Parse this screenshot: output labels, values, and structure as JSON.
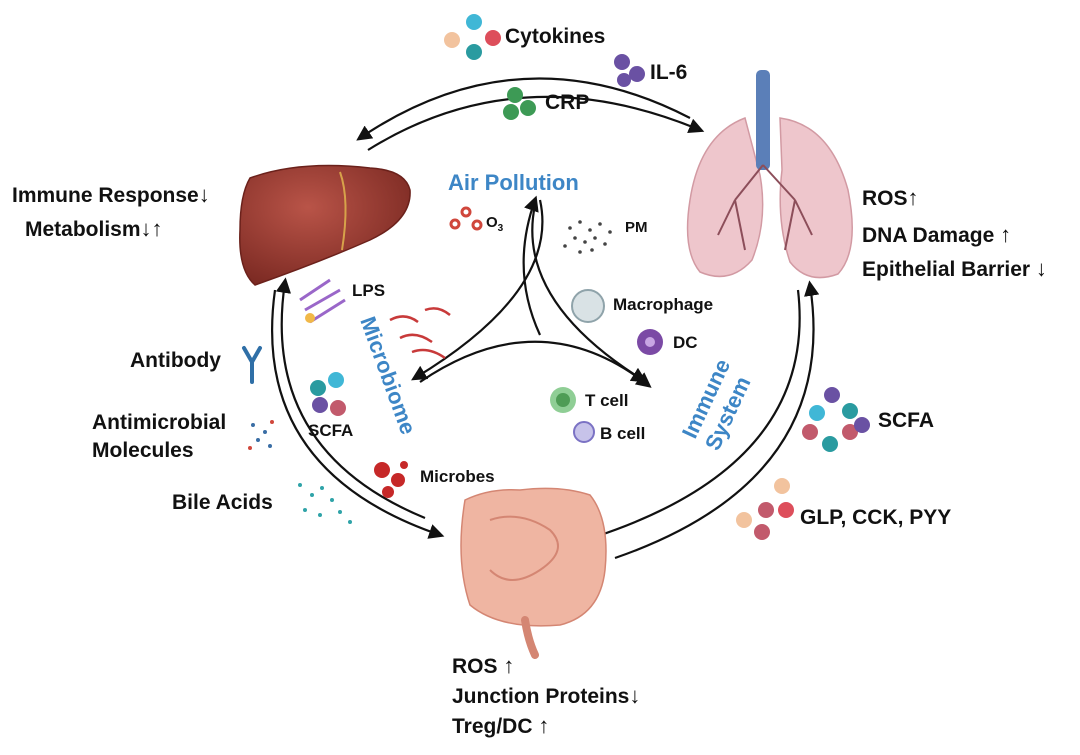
{
  "center": {
    "title": "Air Pollution",
    "o3": "O",
    "o3_sub": "3",
    "pm": "PM"
  },
  "top": {
    "cytokines": "Cytokines",
    "il6": "IL-6",
    "crp": "CRP"
  },
  "liver": {
    "immune_response": "Immune Response",
    "metabolism": "Metabolism"
  },
  "lung": {
    "ros": "ROS",
    "dna_damage": "DNA Damage",
    "epithelial_barrier": "Epithelial Barrier"
  },
  "left": {
    "antibody": "Antibody",
    "antimicrobial_1": "Antimicrobial",
    "antimicrobial_2": "Molecules",
    "bile_acids": "Bile Acids"
  },
  "microbiome": {
    "label": "Microbiome",
    "lps": "LPS",
    "scfa": "SCFA",
    "microbes": "Microbes"
  },
  "immune": {
    "label_1": "Immune",
    "label_2": "System",
    "macrophage": "Macrophage",
    "dc": "DC",
    "tcell": "T cell",
    "bcell": "B cell"
  },
  "right": {
    "scfa": "SCFA",
    "glp": "GLP, CCK, PYY"
  },
  "gut": {
    "ros": "ROS",
    "junction": "Junction Proteins",
    "treg": "Treg/DC"
  },
  "arrows": {
    "up": "↑",
    "down": "↓"
  },
  "colors": {
    "accent_blue": "#3d86c6",
    "liver": "#9c3d33",
    "lung": "#eec6cc",
    "trachea": "#5b7fb8",
    "gut": "#efb5a2"
  }
}
